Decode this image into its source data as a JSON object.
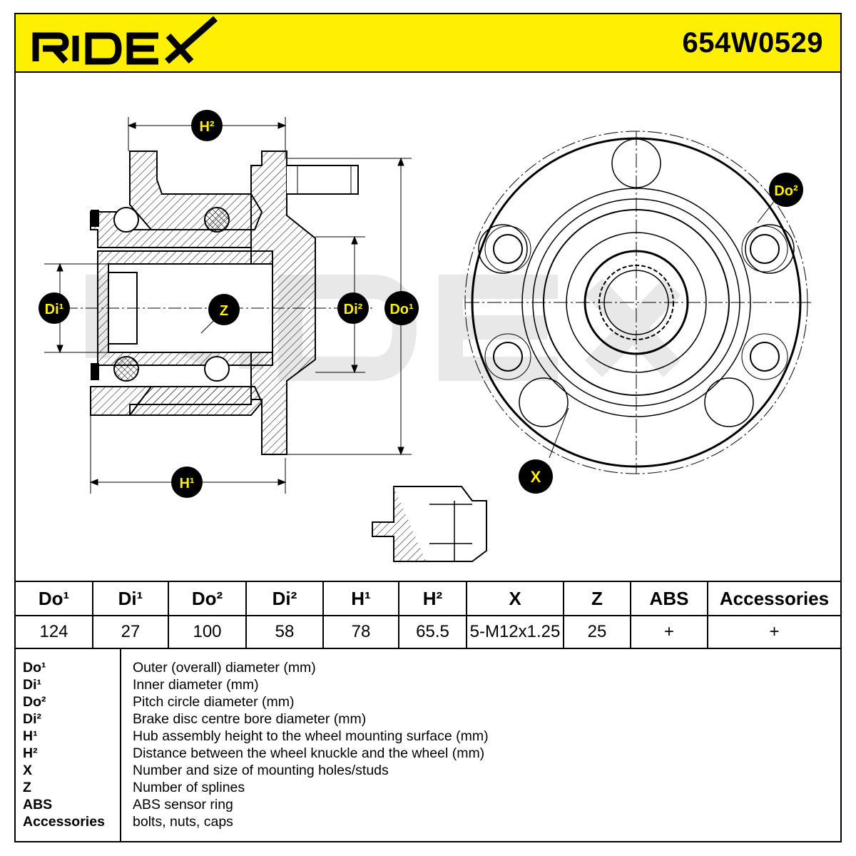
{
  "header": {
    "brand": "RIDEX",
    "part_number": "654W0529",
    "color": "#ffef00"
  },
  "drawing": {
    "labels": {
      "h2": "H²",
      "h1": "H¹",
      "di1": "Di¹",
      "di2": "Di²",
      "do1": "Do¹",
      "do2": "Do²",
      "z": "Z",
      "x": "X"
    },
    "watermark": "RIDEX"
  },
  "specs": {
    "headers": [
      "Do¹",
      "Di¹",
      "Do²",
      "Di²",
      "H¹",
      "H²",
      "X",
      "Z",
      "ABS",
      "Accessories"
    ],
    "values": [
      "124",
      "27",
      "100",
      "58",
      "78",
      "65.5",
      "5-M12x1.25",
      "25",
      "+",
      "+"
    ]
  },
  "legend": [
    {
      "term": "Do¹",
      "desc": "Outer (overall) diameter (mm)"
    },
    {
      "term": "Di¹",
      "desc": "Inner diameter (mm)"
    },
    {
      "term": "Do²",
      "desc": "Pitch circle diameter (mm)"
    },
    {
      "term": "Di²",
      "desc": "Brake disc centre bore diameter (mm)"
    },
    {
      "term": "H¹",
      "desc": "Hub assembly height to the wheel mounting surface (mm)"
    },
    {
      "term": "H²",
      "desc": "Distance between the wheel knuckle and the wheel (mm)"
    },
    {
      "term": "X",
      "desc": "Number and size of mounting holes/studs"
    },
    {
      "term": "Z",
      "desc": "Number of splines"
    },
    {
      "term": "ABS",
      "desc": "ABS sensor ring"
    },
    {
      "term": "Accessories",
      "desc": "bolts, nuts, caps"
    }
  ]
}
